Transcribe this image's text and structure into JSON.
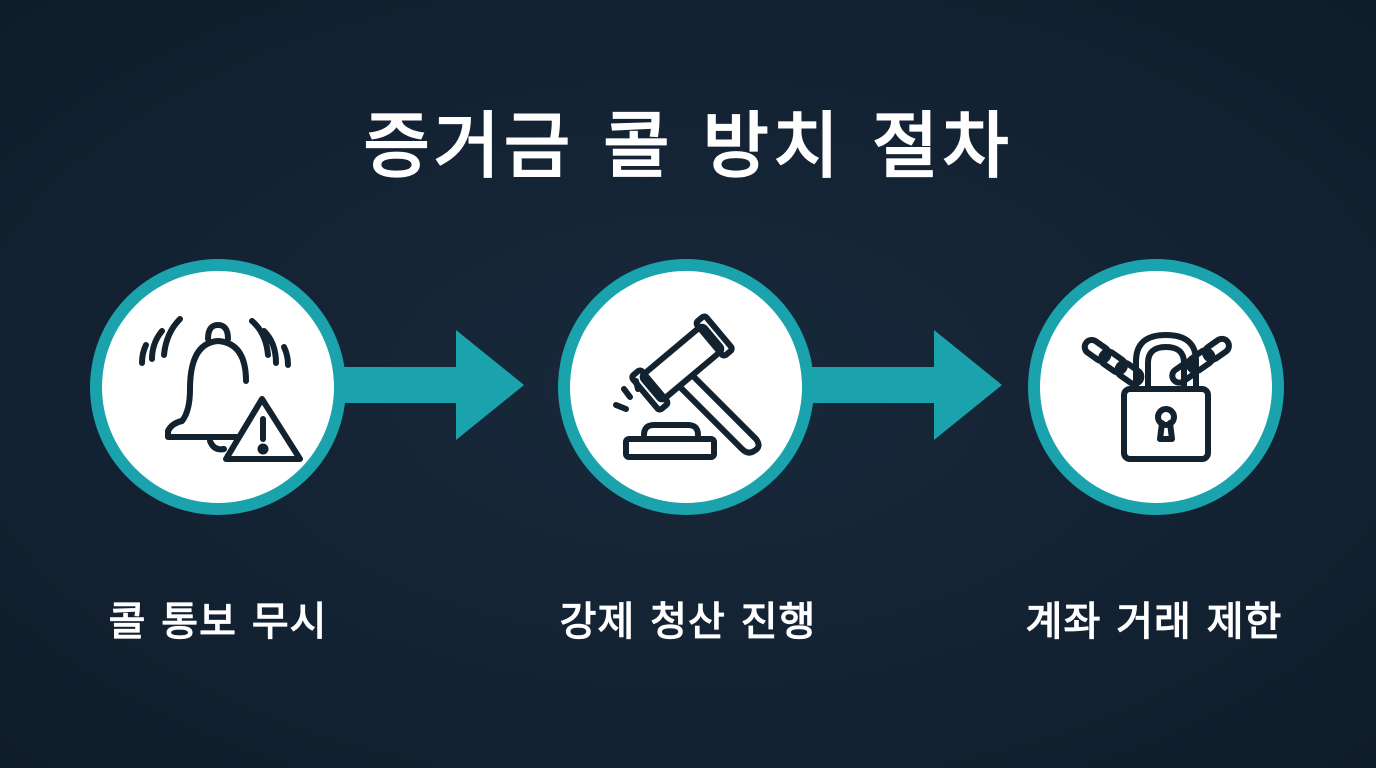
{
  "title": "증거금 콜 방치 절차",
  "steps": [
    {
      "label": "콜 통보 무시",
      "icon": "bell-warning-icon"
    },
    {
      "label": "강제 청산 진행",
      "icon": "gavel-icon"
    },
    {
      "label": "계좌 거래 제한",
      "icon": "chained-padlock-icon"
    }
  ],
  "colors": {
    "background": "#132232",
    "accent": "#1aa3ad",
    "icon_stroke": "#13222f",
    "text": "#ffffff"
  }
}
